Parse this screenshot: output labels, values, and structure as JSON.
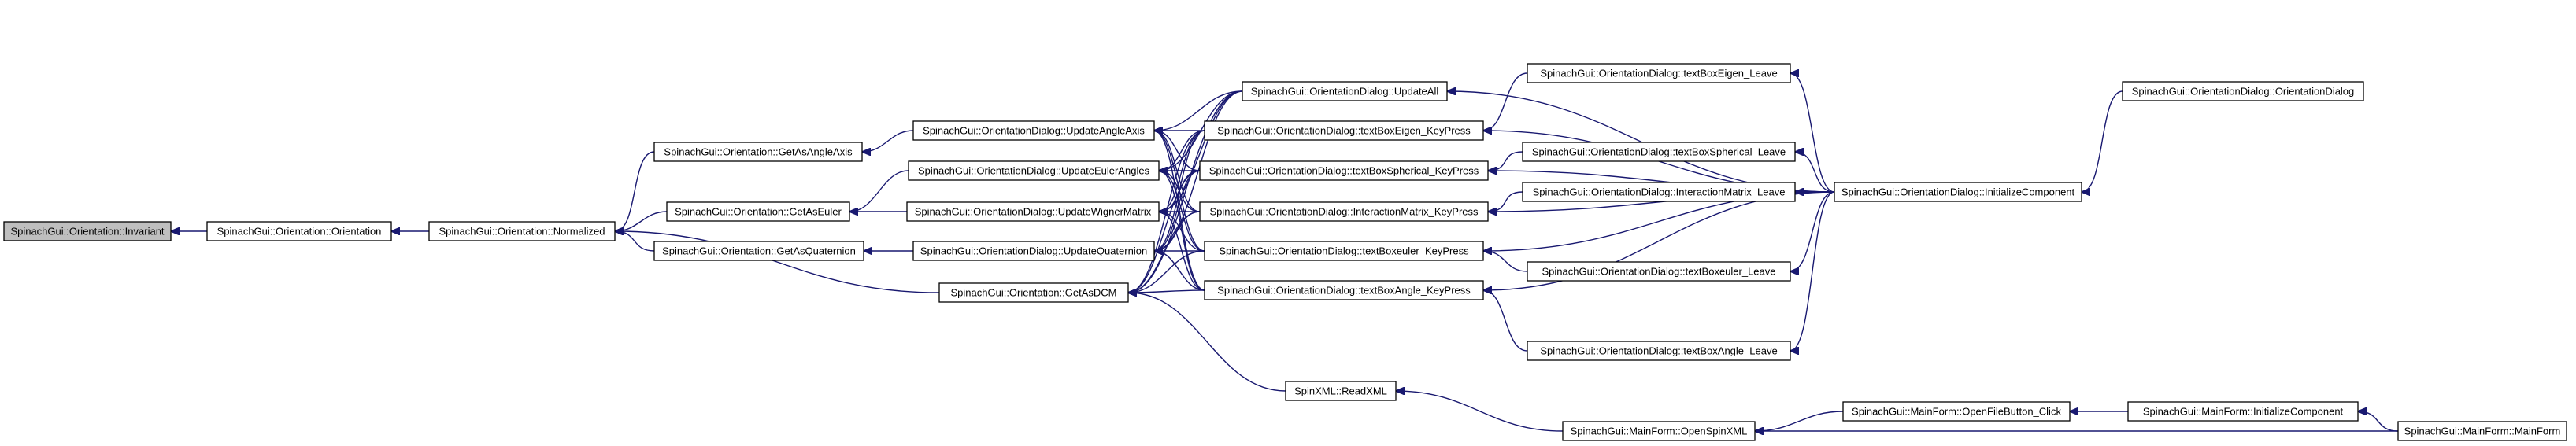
{
  "colors": {
    "node_fill": "#ffffff",
    "root_fill": "#bfbfbf",
    "node_border": "#000000",
    "edge": "#191970",
    "background": "#ffffff"
  },
  "graph": {
    "type": "call-graph",
    "root": "invariant",
    "nodes": [
      {
        "id": "invariant",
        "label": "SpinachGui::Orientation::Invariant"
      },
      {
        "id": "orientation",
        "label": "SpinachGui::Orientation::Orientation"
      },
      {
        "id": "normalized",
        "label": "SpinachGui::Orientation::Normalized"
      },
      {
        "id": "getAsAngleAxis",
        "label": "SpinachGui::Orientation::GetAsAngleAxis"
      },
      {
        "id": "getAsEuler",
        "label": "SpinachGui::Orientation::GetAsEuler"
      },
      {
        "id": "getAsQuaternion",
        "label": "SpinachGui::Orientation::GetAsQuaternion"
      },
      {
        "id": "getAsDCM",
        "label": "SpinachGui::Orientation::GetAsDCM"
      },
      {
        "id": "updateAngleAxis",
        "label": "SpinachGui::OrientationDialog::UpdateAngleAxis"
      },
      {
        "id": "updateEulerAngles",
        "label": "SpinachGui::OrientationDialog::UpdateEulerAngles"
      },
      {
        "id": "updateWignerMatrix",
        "label": "SpinachGui::OrientationDialog::UpdateWignerMatrix"
      },
      {
        "id": "updateQuaternion",
        "label": "SpinachGui::OrientationDialog::UpdateQuaternion"
      },
      {
        "id": "updateAll",
        "label": "SpinachGui::OrientationDialog::UpdateAll"
      },
      {
        "id": "eigenKeyPress",
        "label": "SpinachGui::OrientationDialog::textBoxEigen_KeyPress"
      },
      {
        "id": "sphericalKeyPress",
        "label": "SpinachGui::OrientationDialog::textBoxSpherical_KeyPress"
      },
      {
        "id": "interactionKeyPress",
        "label": "SpinachGui::OrientationDialog::InteractionMatrix_KeyPress"
      },
      {
        "id": "eulerKeyPress",
        "label": "SpinachGui::OrientationDialog::textBoxeuler_KeyPress"
      },
      {
        "id": "angleKeyPress",
        "label": "SpinachGui::OrientationDialog::textBoxAngle_KeyPress"
      },
      {
        "id": "readXML",
        "label": "SpinXML::ReadXML"
      },
      {
        "id": "eigenLeave",
        "label": "SpinachGui::OrientationDialog::textBoxEigen_Leave"
      },
      {
        "id": "sphericalLeave",
        "label": "SpinachGui::OrientationDialog::textBoxSpherical_Leave"
      },
      {
        "id": "interactionLeave",
        "label": "SpinachGui::OrientationDialog::InteractionMatrix_Leave"
      },
      {
        "id": "eulerLeave",
        "label": "SpinachGui::OrientationDialog::textBoxeuler_Leave"
      },
      {
        "id": "angleLeave",
        "label": "SpinachGui::OrientationDialog::textBoxAngle_Leave"
      },
      {
        "id": "dialogInit",
        "label": "SpinachGui::OrientationDialog::InitializeComponent"
      },
      {
        "id": "dialogCtor",
        "label": "SpinachGui::OrientationDialog::OrientationDialog"
      },
      {
        "id": "openSpinXML",
        "label": "SpinachGui::MainForm::OpenSpinXML"
      },
      {
        "id": "openFileClick",
        "label": "SpinachGui::MainForm::OpenFileButton_Click"
      },
      {
        "id": "mainInit",
        "label": "SpinachGui::MainForm::InitializeComponent"
      },
      {
        "id": "mainCtor",
        "label": "SpinachGui::MainForm::MainForm"
      }
    ],
    "edges": [
      {
        "from": "orientation",
        "to": "invariant"
      },
      {
        "from": "normalized",
        "to": "orientation"
      },
      {
        "from": "getAsAngleAxis",
        "to": "normalized"
      },
      {
        "from": "getAsEuler",
        "to": "normalized"
      },
      {
        "from": "getAsQuaternion",
        "to": "normalized"
      },
      {
        "from": "getAsDCM",
        "to": "normalized"
      },
      {
        "from": "updateAngleAxis",
        "to": "getAsAngleAxis"
      },
      {
        "from": "updateEulerAngles",
        "to": "getAsEuler"
      },
      {
        "from": "updateWignerMatrix",
        "to": "getAsEuler"
      },
      {
        "from": "updateQuaternion",
        "to": "getAsQuaternion"
      },
      {
        "from": "updateAll",
        "to": "updateAngleAxis"
      },
      {
        "from": "updateAll",
        "to": "updateEulerAngles"
      },
      {
        "from": "updateAll",
        "to": "updateWignerMatrix"
      },
      {
        "from": "updateAll",
        "to": "updateQuaternion"
      },
      {
        "from": "eigenKeyPress",
        "to": "updateAngleAxis"
      },
      {
        "from": "eigenKeyPress",
        "to": "updateEulerAngles"
      },
      {
        "from": "eigenKeyPress",
        "to": "updateWignerMatrix"
      },
      {
        "from": "eigenKeyPress",
        "to": "updateQuaternion"
      },
      {
        "from": "sphericalKeyPress",
        "to": "updateAngleAxis"
      },
      {
        "from": "sphericalKeyPress",
        "to": "updateEulerAngles"
      },
      {
        "from": "sphericalKeyPress",
        "to": "updateWignerMatrix"
      },
      {
        "from": "sphericalKeyPress",
        "to": "updateQuaternion"
      },
      {
        "from": "interactionKeyPress",
        "to": "updateAngleAxis"
      },
      {
        "from": "interactionKeyPress",
        "to": "updateEulerAngles"
      },
      {
        "from": "interactionKeyPress",
        "to": "updateWignerMatrix"
      },
      {
        "from": "interactionKeyPress",
        "to": "updateQuaternion"
      },
      {
        "from": "eulerKeyPress",
        "to": "updateAngleAxis"
      },
      {
        "from": "eulerKeyPress",
        "to": "updateEulerAngles"
      },
      {
        "from": "eulerKeyPress",
        "to": "updateWignerMatrix"
      },
      {
        "from": "eulerKeyPress",
        "to": "updateQuaternion"
      },
      {
        "from": "angleKeyPress",
        "to": "updateAngleAxis"
      },
      {
        "from": "angleKeyPress",
        "to": "updateEulerAngles"
      },
      {
        "from": "angleKeyPress",
        "to": "updateWignerMatrix"
      },
      {
        "from": "angleKeyPress",
        "to": "updateQuaternion"
      },
      {
        "from": "updateAll",
        "to": "getAsDCM"
      },
      {
        "from": "eigenKeyPress",
        "to": "getAsDCM"
      },
      {
        "from": "sphericalKeyPress",
        "to": "getAsDCM"
      },
      {
        "from": "interactionKeyPress",
        "to": "getAsDCM"
      },
      {
        "from": "eulerKeyPress",
        "to": "getAsDCM"
      },
      {
        "from": "angleKeyPress",
        "to": "getAsDCM"
      },
      {
        "from": "readXML",
        "to": "getAsDCM"
      },
      {
        "from": "eigenLeave",
        "to": "eigenKeyPress"
      },
      {
        "from": "sphericalLeave",
        "to": "sphericalKeyPress"
      },
      {
        "from": "interactionLeave",
        "to": "interactionKeyPress"
      },
      {
        "from": "eulerLeave",
        "to": "eulerKeyPress"
      },
      {
        "from": "angleLeave",
        "to": "angleKeyPress"
      },
      {
        "from": "dialogInit",
        "to": "updateAll"
      },
      {
        "from": "dialogInit",
        "to": "eigenKeyPress"
      },
      {
        "from": "dialogInit",
        "to": "sphericalKeyPress"
      },
      {
        "from": "dialogInit",
        "to": "interactionKeyPress"
      },
      {
        "from": "dialogInit",
        "to": "eulerKeyPress"
      },
      {
        "from": "dialogInit",
        "to": "angleKeyPress"
      },
      {
        "from": "dialogInit",
        "to": "eigenLeave"
      },
      {
        "from": "dialogInit",
        "to": "sphericalLeave"
      },
      {
        "from": "dialogInit",
        "to": "interactionLeave"
      },
      {
        "from": "dialogInit",
        "to": "eulerLeave"
      },
      {
        "from": "dialogInit",
        "to": "angleLeave"
      },
      {
        "from": "dialogCtor",
        "to": "dialogInit"
      },
      {
        "from": "openSpinXML",
        "to": "readXML"
      },
      {
        "from": "openFileClick",
        "to": "openSpinXML"
      },
      {
        "from": "mainInit",
        "to": "openFileClick"
      },
      {
        "from": "mainCtor",
        "to": "mainInit"
      },
      {
        "from": "mainCtor",
        "to": "openSpinXML"
      }
    ]
  }
}
